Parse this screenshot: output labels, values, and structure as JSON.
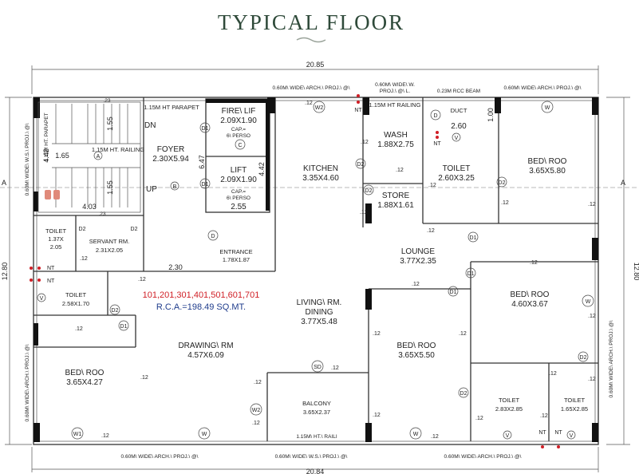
{
  "title": "TYPICAL FLOOR",
  "dimensions": {
    "top": "20.85",
    "bottom": "20.84",
    "left": "12.80",
    "right": "12.80",
    "axis_a": "A"
  },
  "unit_info": {
    "flats": "101,201,301,401,501,601,701",
    "rca": "R.C.A.=198.49 SQ.MT."
  },
  "rooms": {
    "foyer": {
      "name": "FOYER",
      "size": "2.30X5.94"
    },
    "fire_lift": {
      "name": "FIRE\\ LIF",
      "size": "2.09X1.90",
      "cap": "CAP.=",
      "perso": "6\\ PERSO",
      "door": "C"
    },
    "lift": {
      "name": "LIFT",
      "size": "2.09X1.90",
      "cap": "CAP.=",
      "perso": "6\\ PERSO",
      "dim": "2.55",
      "dim_v": "4.42"
    },
    "kitchen": {
      "name": "KITCHEN",
      "size": "3.35X4.60"
    },
    "wash": {
      "name": "WASH",
      "size": "1.88X2.75"
    },
    "duct": {
      "name": "DUCT",
      "w": "2.60",
      "h": "1.00"
    },
    "toilet_top": {
      "name": "TOILET",
      "size": "2.60X3.25"
    },
    "store": {
      "name": "STORE",
      "size": "1.88X1.61"
    },
    "bed_top_right": {
      "name": "BED\\ ROO",
      "size": "3.65X5.80"
    },
    "lounge": {
      "name": "LOUNGE",
      "size": "3.77X2.35"
    },
    "entrance": {
      "name": "ENTRANCE",
      "size": "1.78X1.87"
    },
    "toilet_small": {
      "name": "TOILET",
      "size1": "1.37X",
      "size2": "2.05"
    },
    "servant": {
      "name": "SERVANT RM.",
      "size": "2.31X2.05"
    },
    "toilet_left": {
      "name": "TOILET",
      "size": "2.58X1.70"
    },
    "living": {
      "name": "LIVING\\ RM.",
      "name2": "DINING",
      "size": "3.77X5.48"
    },
    "drawing": {
      "name": "DRAWING\\ RM",
      "size": "4.57X6.09"
    },
    "bed_left": {
      "name": "BED\\ ROO",
      "size": "3.65X4.27"
    },
    "balcony": {
      "name": "BALCONY",
      "size": "3.65X2.37"
    },
    "bed_mid": {
      "name": "BED\\ ROO",
      "size": "3.65X5.50"
    },
    "bed_right": {
      "name": "BED\\ ROO",
      "size": "4.60X3.67"
    },
    "toilet_br1": {
      "name": "TOILET",
      "size": "2.83X2.85"
    },
    "toilet_br2": {
      "name": "TOILET",
      "size": "1.65X2.85"
    }
  },
  "labels": {
    "parapet_ht": "1.15M HT PARAPET",
    "parapet_left": "1.15M HT. PARAPET",
    "railing_stair": "1.15M HT. RAILING",
    "railing_wash": "1.15M HT RAILING",
    "balcony_rail": "1.15M\\ HT.\\ RAILI",
    "proj_top1": "0.60M\\ WIDE\\ ARCH.\\ PROJ.\\ @\\",
    "proj_top2": "0.60M\\ WIDE\\ W.",
    "proj_top2b": "PROJ.\\ @\\ L.",
    "rcc_beam": "0.23M RCC BEAM",
    "proj_top3": "0.60M\\ WIDE\\ ARCH.\\ PROJ.\\ @\\",
    "proj_left_top": "0.60M\\ WIDE\\ W.S.\\ PROJ.\\ @\\",
    "proj_left_bot": "0.60M\\ WIDE\\ ARCH.\\ PROJ.\\ @\\",
    "proj_right": "0.60M\\ WIDE\\ ARCH.\\ PROJ.\\ @\\",
    "proj_bot1": "0.60M\\ WIDE\\ ARCH.\\ PROJ.\\ @\\",
    "proj_bot2": "0.60M\\ WIDE\\ W.S.\\ PROJ.\\ @\\",
    "proj_bot3": "0.60M\\ WIDE\\ ARCH.\\ PROJ.\\ @\\",
    "dn": "DN",
    "up": "UP",
    "nt": "NT"
  },
  "stair": {
    "d1": "1.55",
    "d2": "1.55",
    "d3": "4.42",
    "d4": "1.65",
    "d5": "4.03",
    "d6": "6.47",
    "d7": "2.30",
    "d8": ".23",
    "d9": ".23",
    "door_a": "A",
    "door_b": "B"
  },
  "tags": {
    "d1": "D1",
    "d2": "D2",
    "d": "D",
    "w": "W",
    "w1": "W1",
    "w2": "W2",
    "v": "V",
    "sd": "SD",
    "c12": ".12"
  }
}
